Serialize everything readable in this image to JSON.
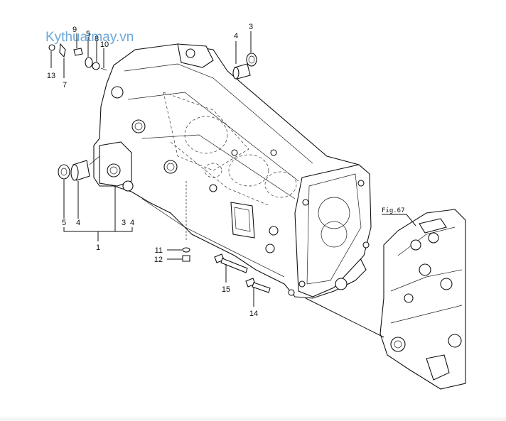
{
  "watermark": "Kythuatmay.vn",
  "figure_ref": "Fig.67",
  "callouts": {
    "c1": "1",
    "c3_top": "3",
    "c3_bottom": "3",
    "c4_top": "4",
    "c4_left": "4",
    "c4_bottom": "4",
    "c5_top": "5",
    "c5_left": "5",
    "c7": "7",
    "c8": "8",
    "c9": "9",
    "c10": "10",
    "c11": "11",
    "c12": "12",
    "c13": "13",
    "c14": "14",
    "c15": "15"
  }
}
